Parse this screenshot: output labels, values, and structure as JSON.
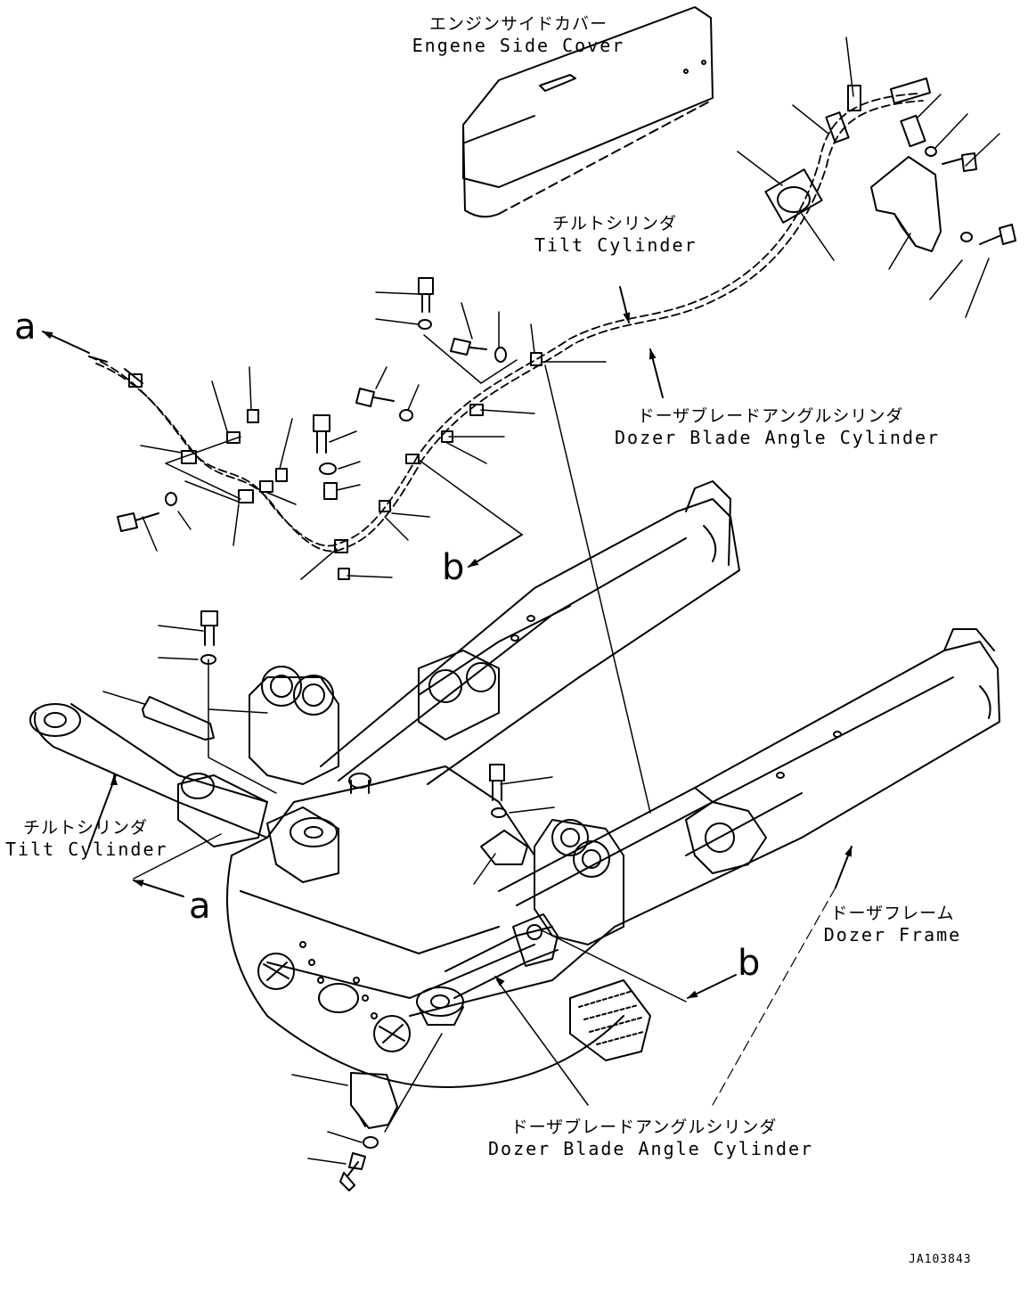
{
  "labels": {
    "engine_side_cover": {
      "jp": "エンジンサイドカバー",
      "en": "Engene Side Cover"
    },
    "tilt_cylinder_top": {
      "jp": "チルトシリンダ",
      "en": "Tilt Cylinder"
    },
    "dozer_blade_angle_top": {
      "jp": "ドーザブレードアングルシリンダ",
      "en": "Dozer Blade Angle Cylinder"
    },
    "tilt_cylinder_left": {
      "jp": "チルトシリンダ",
      "en": "Tilt Cylinder"
    },
    "dozer_frame": {
      "jp": "ドーザフレーム",
      "en": "Dozer Frame"
    },
    "dozer_blade_angle_bottom": {
      "jp": "ドーザブレードアングルシリンダ",
      "en": "Dozer Blade Angle Cylinder"
    }
  },
  "refs": {
    "a": "a",
    "b": "b"
  },
  "drawing_code": "JA103843"
}
